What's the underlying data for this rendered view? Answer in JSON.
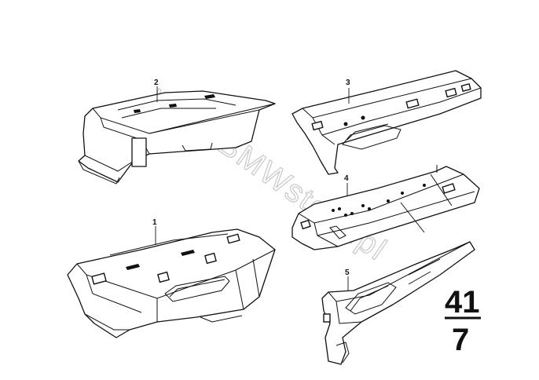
{
  "watermark": "www.BMWstore.pl",
  "parts": [
    {
      "label": "1"
    },
    {
      "label": "2"
    },
    {
      "label": "3"
    },
    {
      "label": "4"
    },
    {
      "label": "5"
    }
  ],
  "group_code": {
    "top": "41",
    "bottom": "7"
  }
}
